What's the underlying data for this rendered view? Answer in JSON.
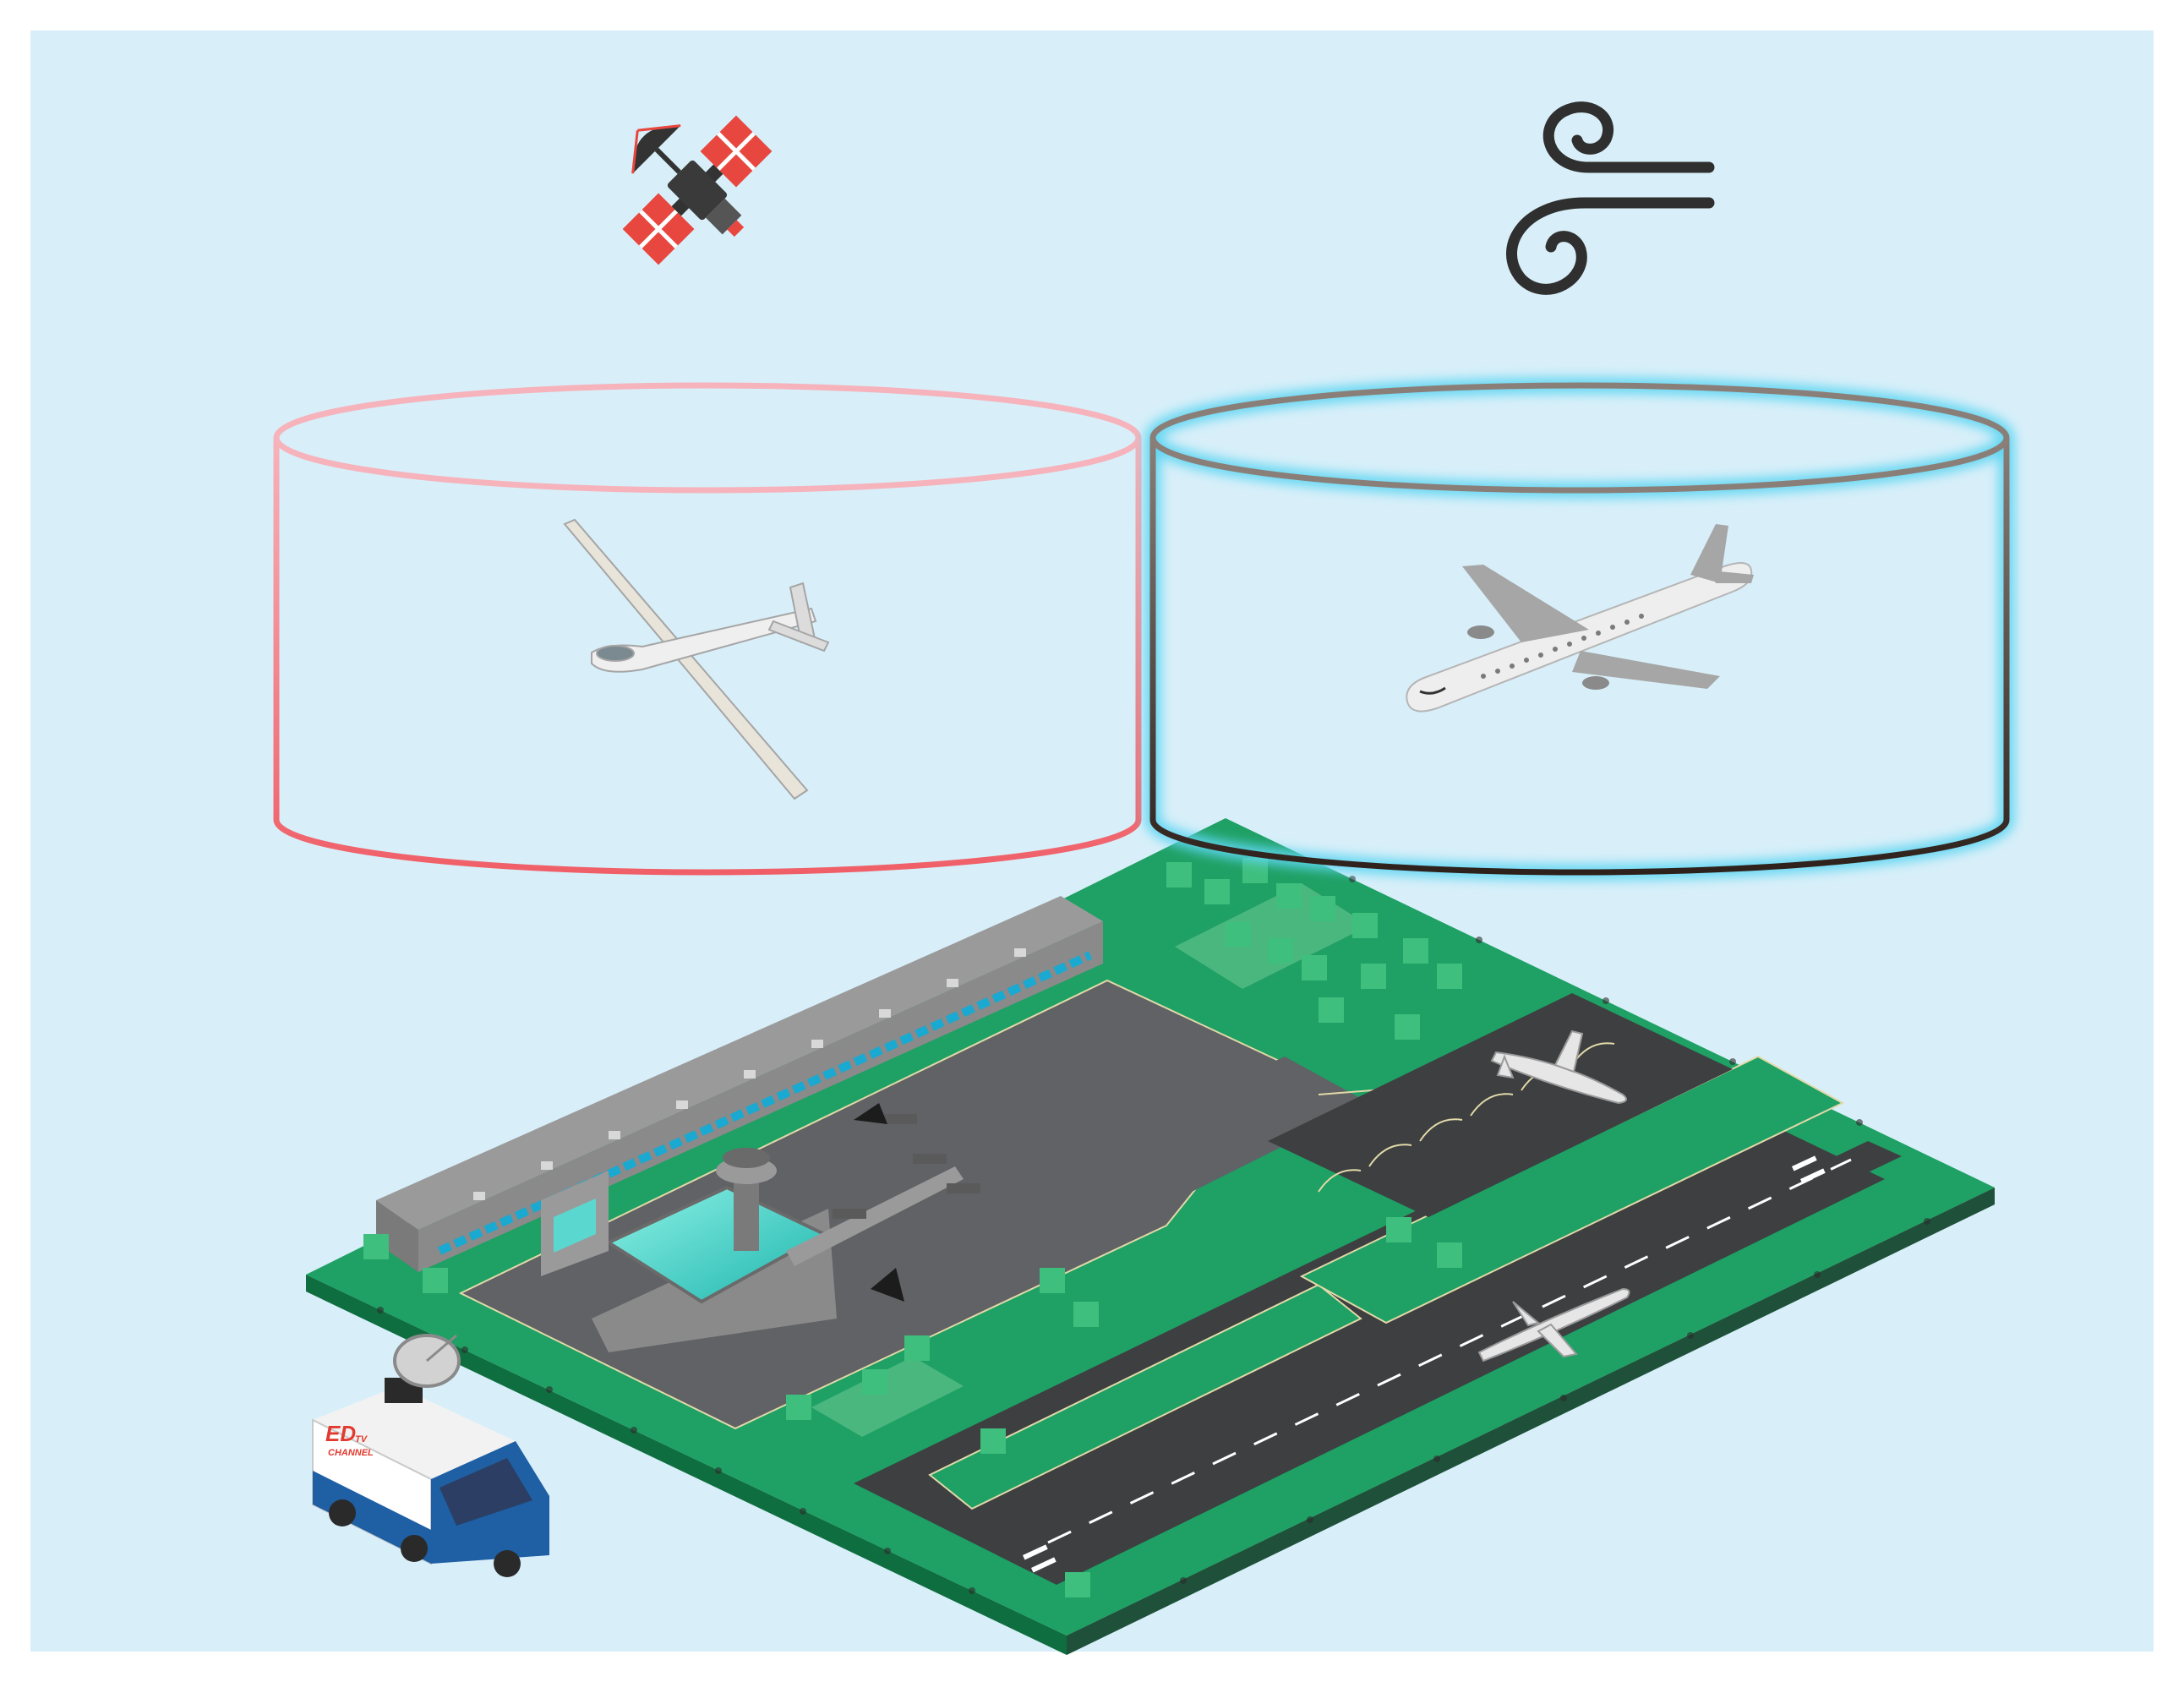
{
  "colors": {
    "background": "#d8eff9",
    "cylinder_left": "#f4777e",
    "cylinder_right_glow": "#5fd6f2",
    "cylinder_right_stroke": "#3b2f2a",
    "ground": "#1fa064",
    "ground_light": "#5cc08a",
    "runway": "#3d3f41",
    "apron": "#606265",
    "terminal_glass": "#40d3c8",
    "satellite_panel": "#e8473f",
    "wind_icon": "#2f2f2f",
    "van_blue": "#1f5fa3",
    "van_red": "#e23a2f"
  },
  "icons": {
    "top_left": "satellite-icon",
    "top_right": "wind-icon",
    "left_aircraft": "glider-icon",
    "right_aircraft": "airliner-icon",
    "ground_vehicle": "broadcast-van-icon"
  },
  "van": {
    "logo": "ED",
    "logo_suffix": "TV",
    "channel": "CHANNEL"
  }
}
